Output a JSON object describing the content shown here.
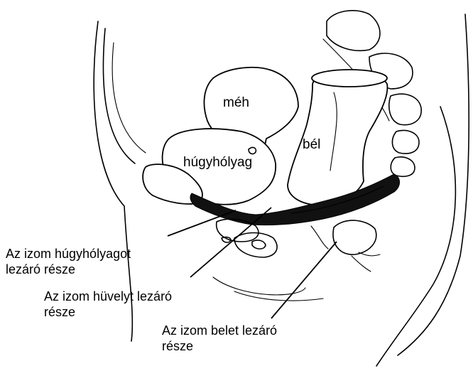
{
  "organs": {
    "uterus": "méh",
    "bladder": "húgyhólyag",
    "bowel": "bél"
  },
  "callouts": {
    "bladder_part": [
      "Az izom húgyhólyagot",
      "lezáró része"
    ],
    "vagina_part": [
      "Az izom hüvelyt lezáró",
      "része"
    ],
    "bowel_part": [
      "Az izom belet lezáró",
      "része"
    ]
  },
  "colors": {
    "ink": "#000000",
    "background": "#ffffff",
    "muscle": "#111111"
  }
}
